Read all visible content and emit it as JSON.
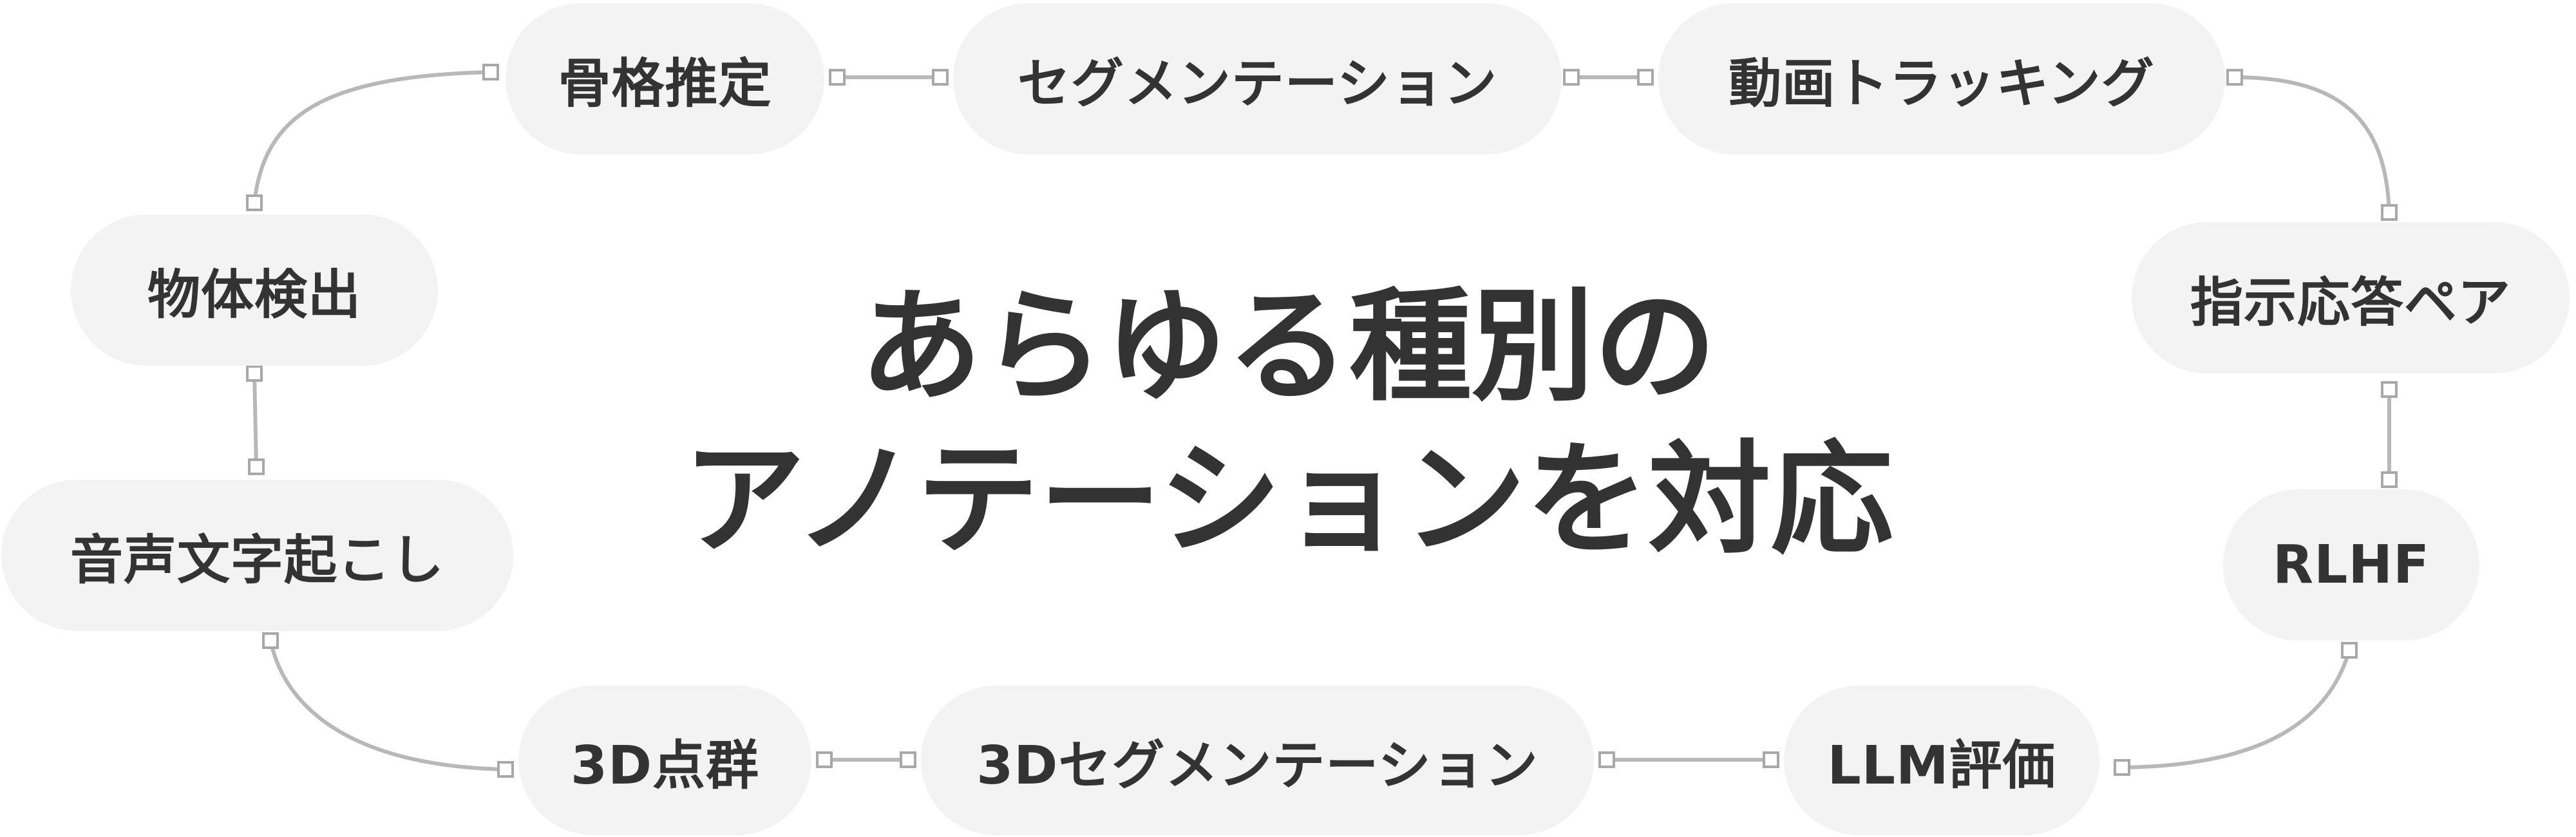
{
  "headline": {
    "line1": "あらゆる種別の",
    "line2": "アノテーションを対応"
  },
  "nodes": {
    "skeleton": "骨格推定",
    "segmentation": "セグメンテーション",
    "video_tracking": "動画トラッキング",
    "instruction_pairs": "指示応答ペア",
    "rlhf": "RLHF",
    "llm_eval": "LLM評価",
    "seg3d": "3Dセグメンテーション",
    "pointcloud3d": "3D点群",
    "transcription": "音声文字起こし",
    "object_detection": "物体検出"
  },
  "colors": {
    "pill_background": "#f2f3f2",
    "text": "#333333",
    "connector": "#b8b8b8"
  }
}
